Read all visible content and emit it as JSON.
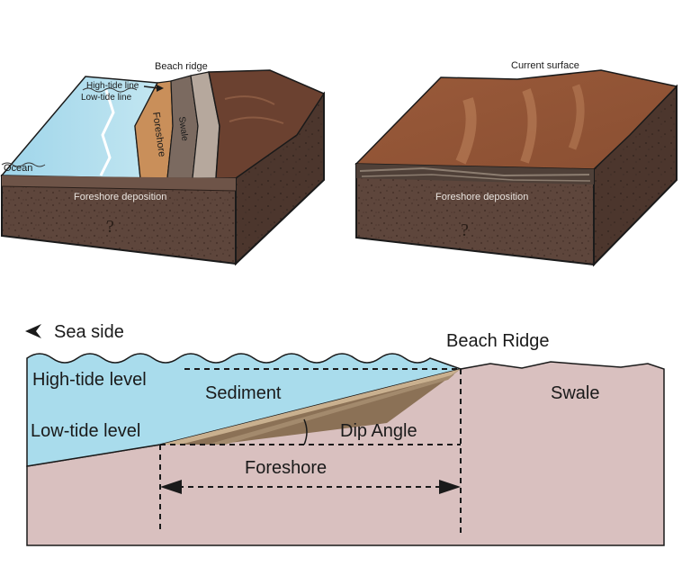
{
  "left_block": {
    "beach_ridge": "Beach ridge",
    "high_tide_line": "High-tide line",
    "low_tide_line": "Low-tide line",
    "foreshore": "Foreshore",
    "swale": "Swale",
    "ocean": "Ocean",
    "foreshore_deposition": "Foreshore deposition",
    "unknown_mark": "?"
  },
  "right_block": {
    "current_surface": "Current surface",
    "foreshore_deposition": "Foreshore deposition",
    "unknown_mark": "?"
  },
  "cross_section": {
    "sea_side": "Sea side",
    "beach_ridge": "Beach Ridge",
    "high_tide_level": "High-tide level",
    "sediment": "Sediment",
    "swale": "Swale",
    "low_tide_level": "Low-tide level",
    "dip_angle": "Dip Angle",
    "foreshore": "Foreshore"
  },
  "colors": {
    "water": "#a9dcec",
    "ground": "#d9c0bf",
    "sediment": "#8b7156",
    "soil_dark": "#5a4036",
    "ridge_brown": "#7a4f33"
  }
}
